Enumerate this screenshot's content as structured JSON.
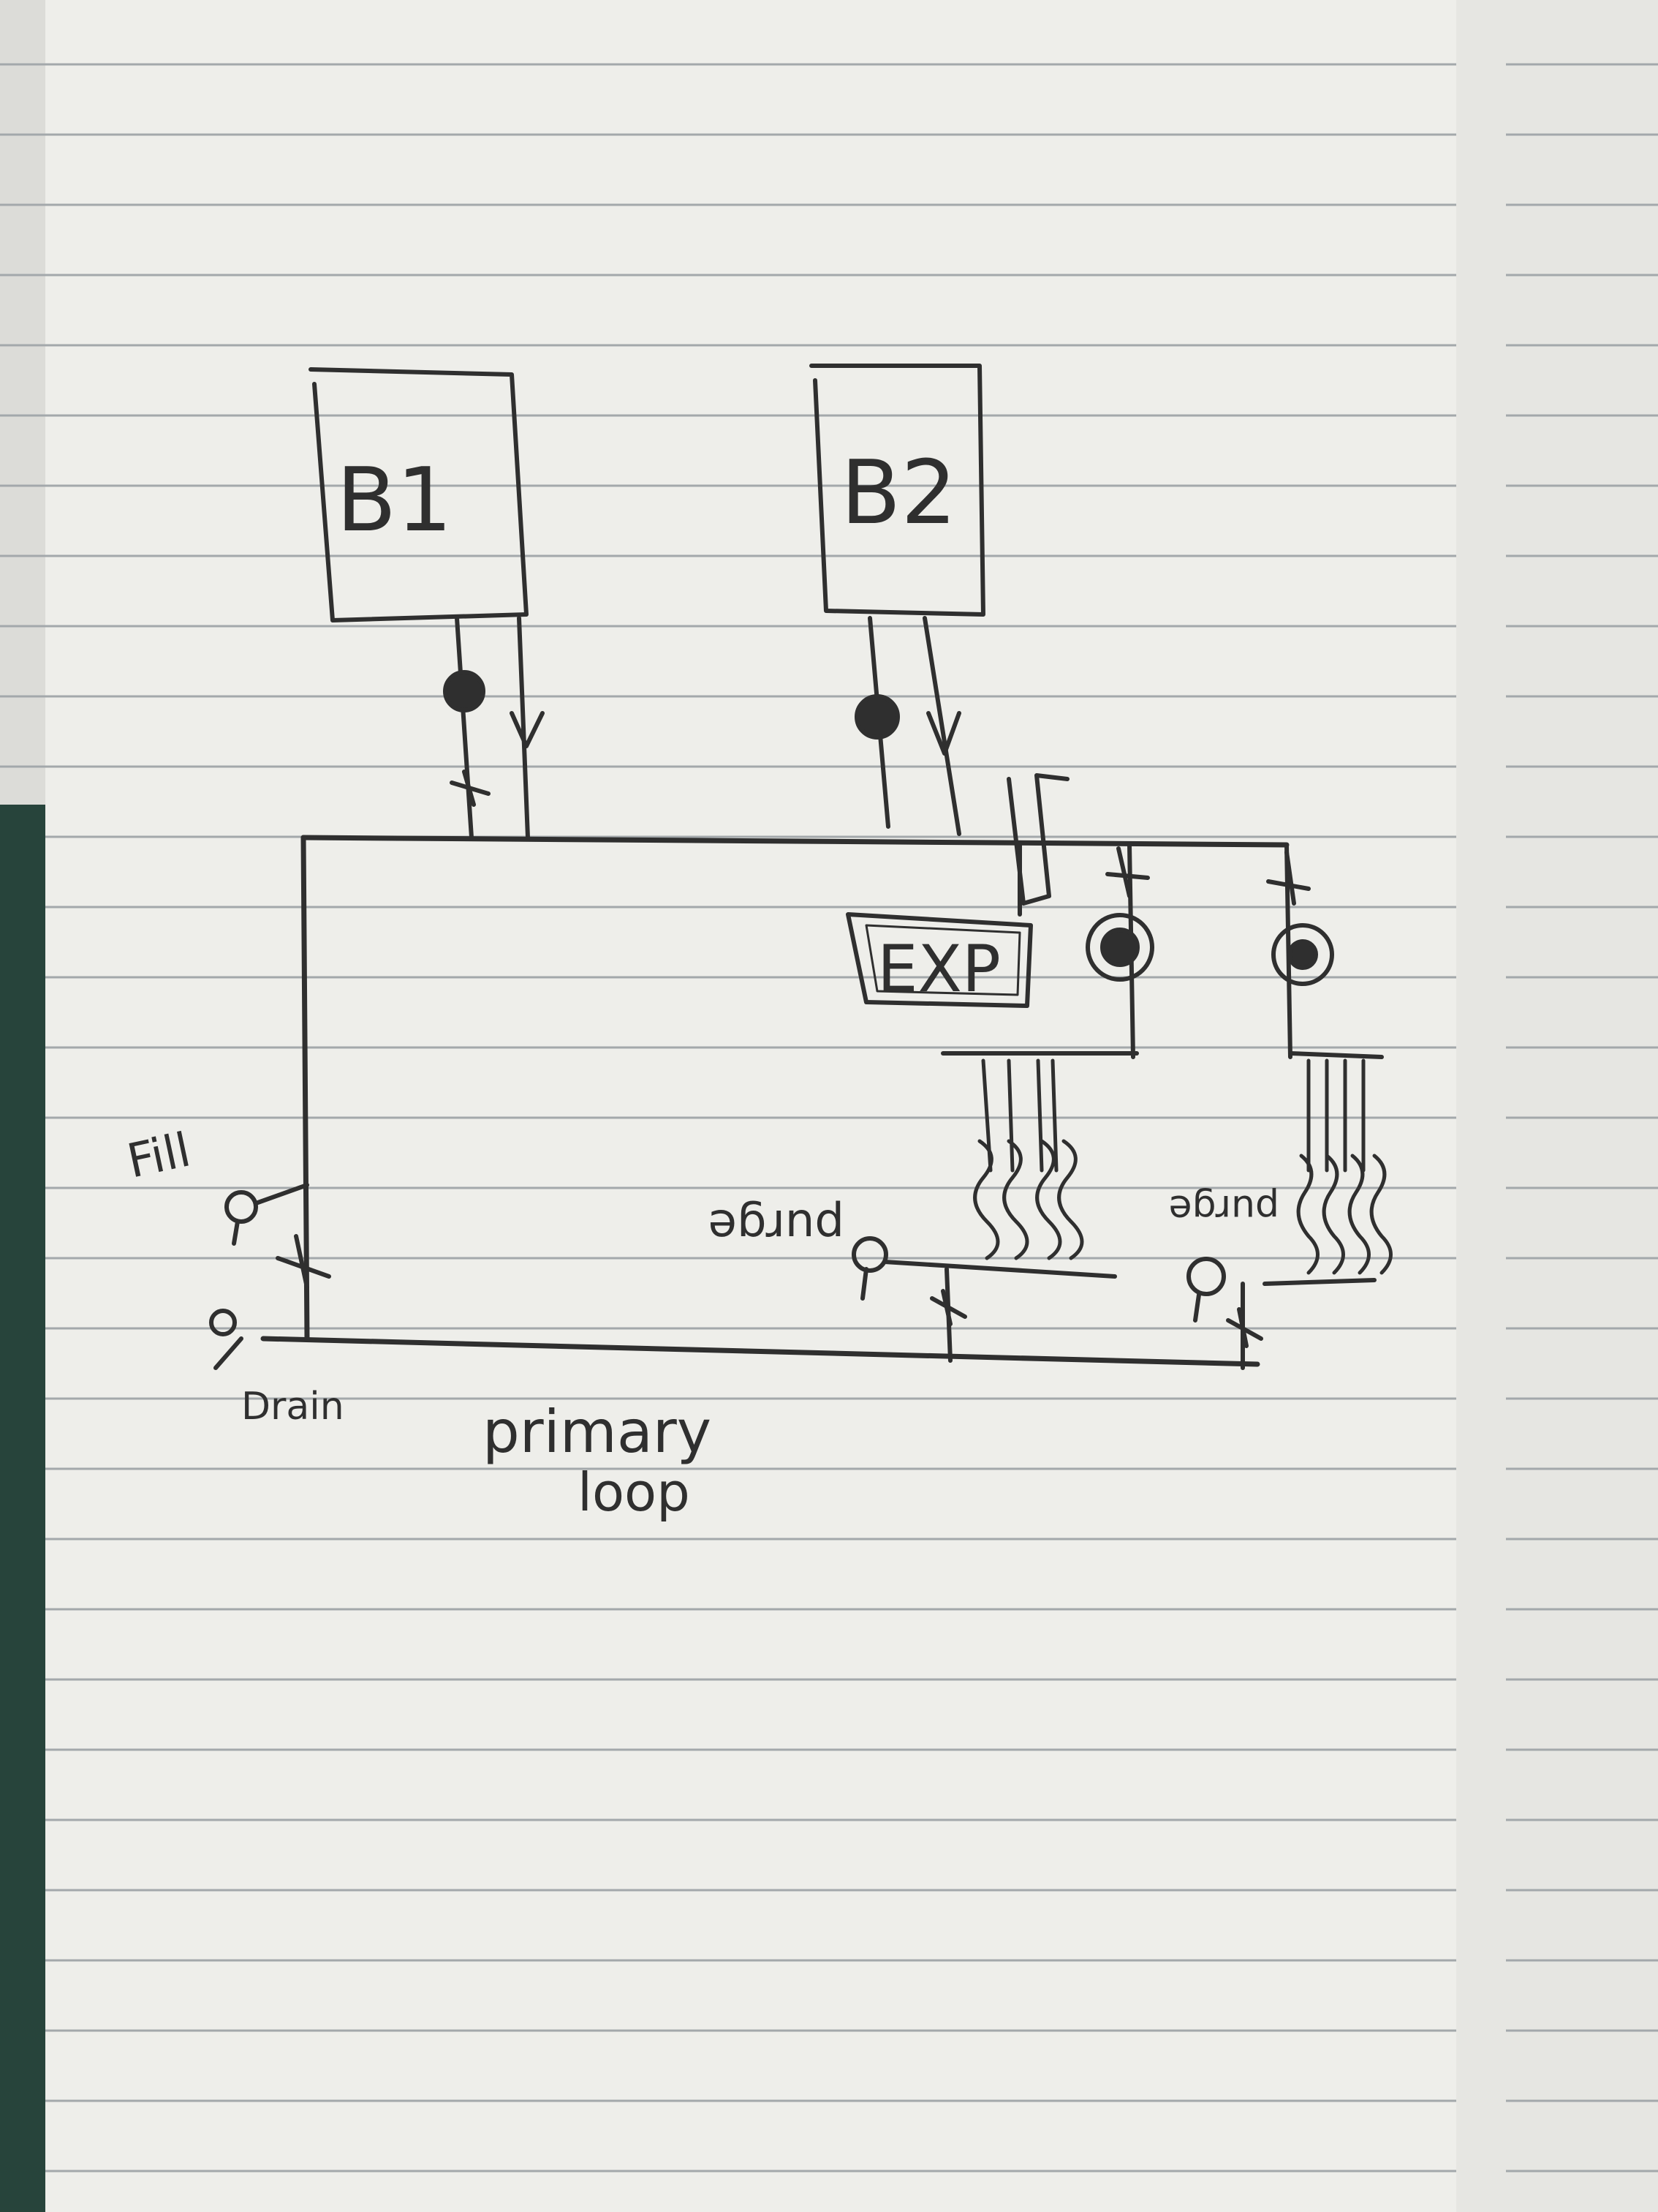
{
  "diagram": {
    "boilers": [
      {
        "id": "b1",
        "label": "B1"
      },
      {
        "id": "b2",
        "label": "B2"
      }
    ],
    "expansion_tank": {
      "label": "EXP"
    },
    "valves": {
      "fill": {
        "label": "Fill"
      },
      "drain": {
        "label": "Drain"
      },
      "purge_1": {
        "label": "purge"
      },
      "purge_2": {
        "label": "purge"
      }
    },
    "loop": {
      "label_line1": "primary",
      "label_line2": "loop"
    }
  },
  "colors": {
    "pencil": "#2f2f2f",
    "paper": "#eeeeea",
    "rule": "#9ea3a6",
    "table": "#27443b"
  }
}
